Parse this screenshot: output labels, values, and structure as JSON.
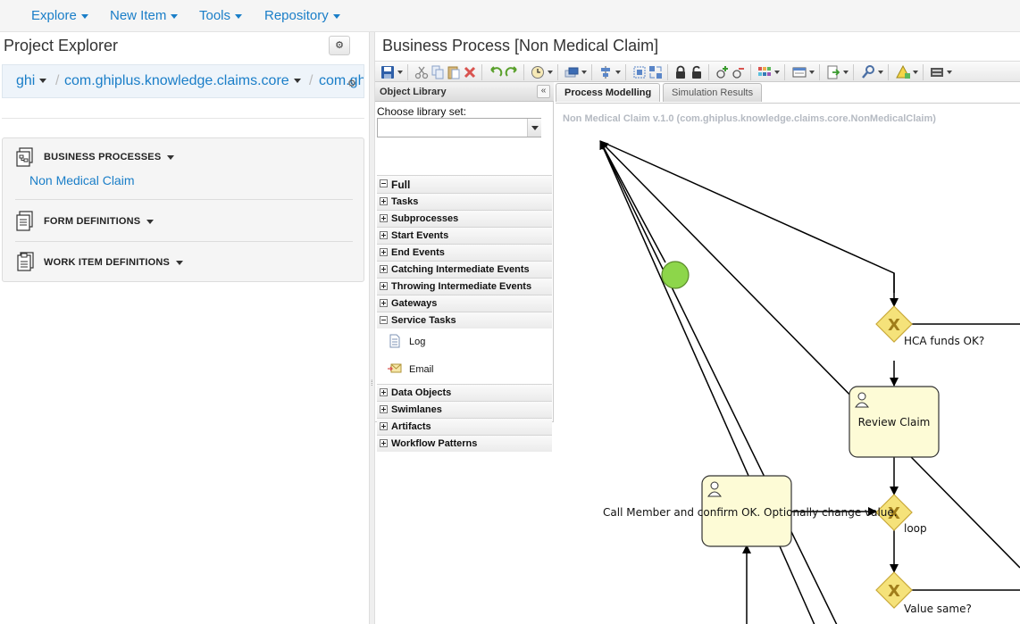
{
  "nav": {
    "items": [
      {
        "label": "Explore"
      },
      {
        "label": "New Item"
      },
      {
        "label": "Tools"
      },
      {
        "label": "Repository"
      }
    ]
  },
  "project_explorer": {
    "title": "Project Explorer",
    "breadcrumb": {
      "org": "ghi",
      "repo": "com.ghiplus.knowledge.claims.core",
      "project": "com.ghi"
    },
    "sections": [
      {
        "title": "BUSINESS PROCESSES",
        "icon": "process-icon",
        "items": [
          "Non Medical Claim"
        ]
      },
      {
        "title": "FORM DEFINITIONS",
        "icon": "form-icon",
        "items": []
      },
      {
        "title": "WORK ITEM DEFINITIONS",
        "icon": "clipboard-icon",
        "items": []
      }
    ]
  },
  "editor": {
    "title": "Business Process [Non Medical Claim]",
    "object_library": {
      "title": "Object Library",
      "choose_label": "Choose library set:",
      "selected_set": "",
      "full_label": "Full",
      "categories_before": [
        "Tasks",
        "Subprocesses",
        "Start Events",
        "End Events",
        "Catching Intermediate Events",
        "Throwing Intermediate Events",
        "Gateways"
      ],
      "service_tasks_label": "Service Tasks",
      "service_items": [
        {
          "label": "Log",
          "icon": "document-icon"
        },
        {
          "label": "Email",
          "icon": "email-icon"
        }
      ],
      "categories_after": [
        "Data Objects",
        "Swimlanes",
        "Artifacts",
        "Workflow Patterns"
      ]
    },
    "tabs": [
      {
        "label": "Process Modelling",
        "active": true
      },
      {
        "label": "Simulation Results",
        "active": false
      }
    ],
    "canvas_title": "Non Medical Claim v.1.0 (com.ghiplus.knowledge.claims.core.NonMedicalClaim)",
    "diagram": {
      "tasks": [
        {
          "label": "Review Claim"
        },
        {
          "label": "Call Member and confirm OK. Optionally change value."
        }
      ],
      "gateways": [
        {
          "label": "HCA funds OK?"
        },
        {
          "label": "loop"
        },
        {
          "label": "Value same?"
        }
      ],
      "gateway_marker": "X"
    },
    "colors": {
      "task_fill": "#fdfbd6",
      "gateway_fill": "#f5e27a",
      "start_event_fill": "#8dd64a",
      "link": "#1a7ec8"
    }
  }
}
